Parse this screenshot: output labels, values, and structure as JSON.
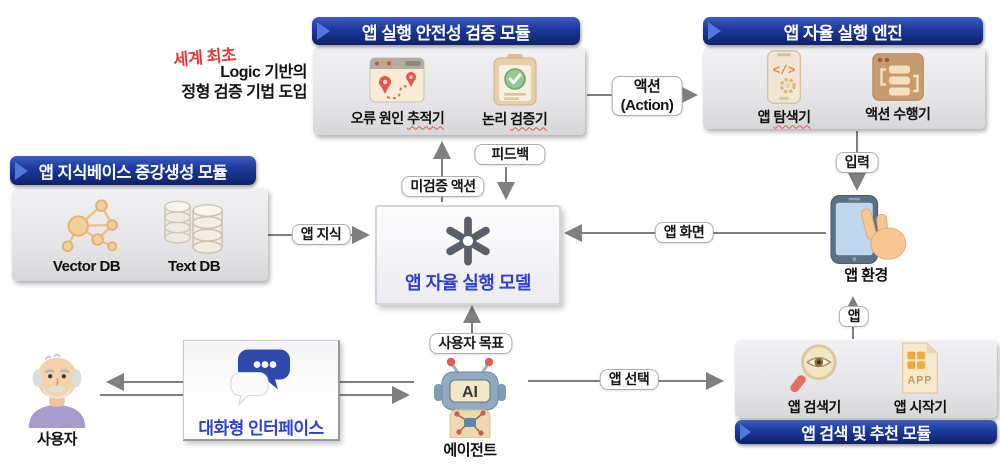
{
  "annotation": {
    "badge": "세계 최초",
    "line1": "Logic 기반의",
    "line2": "정형 검증 기법 도입"
  },
  "colors": {
    "header_blue": "#1d3a9e",
    "accent_blue": "#2f3fd3",
    "badge_red": "#e03c36",
    "arrow_gray": "#7f7f7f",
    "module_gray": "#e4e4e6"
  },
  "modules": {
    "safety": {
      "title": "앱 실행 안전성 검증 모듈",
      "items": [
        {
          "plain": "오류 원인 ",
          "marked": "추적기"
        },
        {
          "plain": "논리 ",
          "marked": "검증기"
        }
      ]
    },
    "engine": {
      "title": "앱 자율 실행 엔진",
      "items": [
        {
          "plain": "앱 ",
          "marked": "탐색기"
        },
        {
          "plain": "액션 수행기",
          "marked": ""
        }
      ]
    },
    "knowledge": {
      "title": "앱 지식베이스 증강생성 모듈",
      "items": [
        {
          "plain": "Vector DB",
          "marked": ""
        },
        {
          "plain": "Text DB",
          "marked": ""
        }
      ]
    },
    "search": {
      "title": "앱 검색 및 추천 모듈",
      "items": [
        {
          "plain": "앱 검색기",
          "marked": ""
        },
        {
          "plain": "앱 시작기",
          "marked": ""
        }
      ]
    }
  },
  "model": {
    "label": "앱 자율 실행 모델"
  },
  "interface": {
    "label": "대화형 인터페이스"
  },
  "nodes": {
    "user": "사용자",
    "agent": "에이전트",
    "phone": "앱 환경"
  },
  "arrows": {
    "action1": "액션",
    "action2": "(Action)",
    "input": "입력",
    "feedback": "피드백",
    "unverified": "미검증 액션",
    "knowledge": "앱 지식",
    "screen": "앱 화면",
    "app": "앱",
    "goal": "사용자 목표",
    "select": "앱 선택"
  },
  "icons": {
    "model_logo": "openai-knot-icon",
    "code_glyph": "</>",
    "ai_text": "AI",
    "app_text": "APP"
  }
}
